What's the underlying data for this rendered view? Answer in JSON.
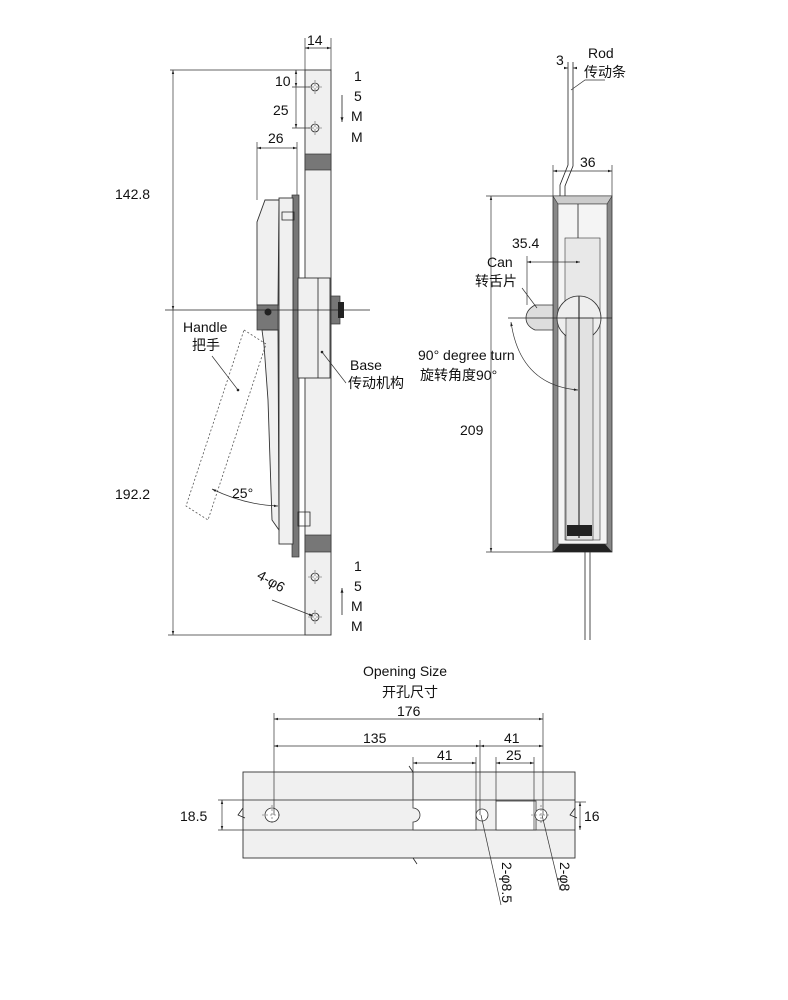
{
  "side_view": {
    "dim_width": "14",
    "dim_top_hole": "10",
    "dim_hole_pitch": "25",
    "dim_handle_depth": "26",
    "dim_upper_height": "142.8",
    "dim_lower_height": "192.2",
    "stroke_top": [
      "1",
      "5",
      "M",
      "M"
    ],
    "stroke_bottom": [
      "1",
      "5",
      "M",
      "M"
    ],
    "handle_label_en": "Handle",
    "handle_label_cn": "把手",
    "base_label_en": "Base",
    "base_label_cn": "传动机构",
    "angle_label": "25°",
    "holes_label": "4-φ6"
  },
  "front_view": {
    "dim_rod": "3",
    "rod_label_en": "Rod",
    "rod_label_cn": "传动条",
    "dim_width": "36",
    "dim_can": "35.4",
    "can_label_en": "Can",
    "can_label_cn": "转舌片",
    "turn_label_en": "90°  degree turn",
    "turn_label_cn": "旋转角度90°",
    "dim_height": "209"
  },
  "opening_size": {
    "title_en": "Opening Size",
    "title_cn": "开孔尺寸",
    "dim_total": "176",
    "dim_135": "135",
    "dim_slot": "41",
    "dim_right": "41",
    "dim_25": "25",
    "dim_left_height": "18.5",
    "dim_right_height": "16",
    "hole_label_a": "2-φ8.5",
    "hole_label_b": "2-φ8"
  },
  "colors": {
    "line": "#222222",
    "fill": "#f0f0f0",
    "band": "#777777"
  }
}
